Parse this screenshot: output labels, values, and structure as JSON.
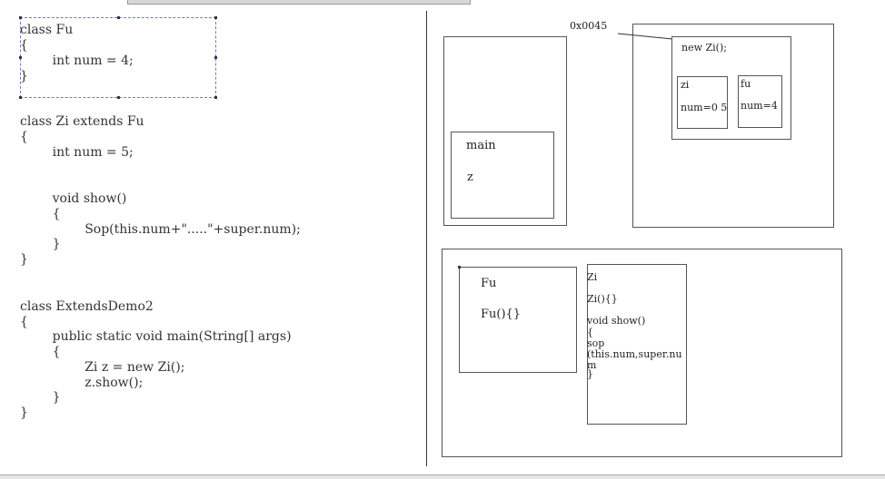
{
  "code": {
    "lines": [
      "class Fu",
      "{",
      "        int num = 4;",
      "}",
      "class Zi extends Fu",
      "{",
      "        int num = 5;",
      "        void show()",
      "        {",
      "                Sop(this.num+\".....\"+super.num);",
      "        }",
      "}",
      "class ExtendsDemo2",
      "{",
      "        public static void main(String[] args)",
      "        {",
      "                Zi z = new Zi();",
      "                z.show();",
      "        }",
      "}"
    ]
  },
  "stack": {
    "frame_label": "main",
    "var_label": "z"
  },
  "heap": {
    "address": "0x0045",
    "object_label": "new Zi();",
    "zi_label": "zi",
    "zi_value": "num=0 5",
    "fu_label": "fu",
    "fu_value": "num=4"
  },
  "method_area": {
    "fu_title": "Fu",
    "fu_ctor": "Fu(){}",
    "zi_title": "Zi",
    "zi_ctor": "Zi(){}",
    "zi_show": "void show()",
    "zi_brace_open": "{",
    "zi_sop": "sop",
    "zi_call": "(this.num,super.nu",
    "zi_call_cont": "m",
    "zi_brace_close": "}"
  }
}
